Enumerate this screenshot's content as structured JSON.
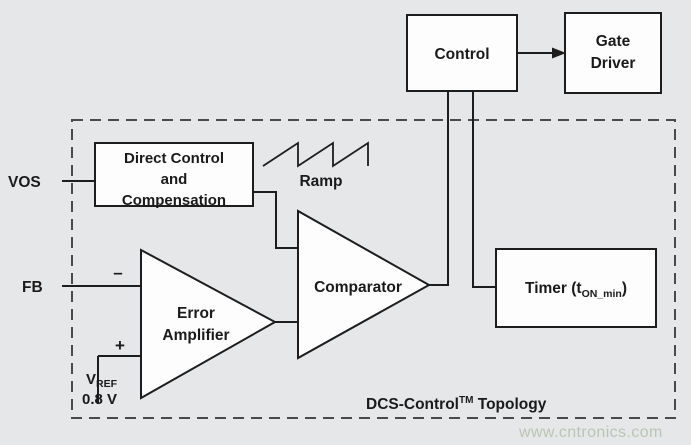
{
  "diagram": {
    "title": "DCS-Control Topology block diagram",
    "background_color": "#e6e7e9",
    "line_color": "#1d1d1d",
    "block_fill": "#fdfdfd",
    "dashed_border_color": "#4a4a4a"
  },
  "blocks": {
    "control": {
      "label": "Control"
    },
    "gate_driver": {
      "line1": "Gate",
      "line2": "Driver"
    },
    "direct_control": {
      "line1": "Direct Control",
      "line2": "and",
      "line3": "Compensation"
    },
    "timer": {
      "prefix": "Timer (t",
      "subscript": "ON_min",
      "suffix": ")"
    },
    "comparator": {
      "label": "Comparator"
    },
    "error_amplifier": {
      "line1": "Error",
      "line2": "Amplifier"
    }
  },
  "labels": {
    "vos": "VOS",
    "fb": "FB",
    "ramp": "Ramp",
    "vref_main": "V",
    "vref_sub": "REF",
    "vref_value": "0.8 V",
    "minus_sign": "–",
    "plus_sign": "+",
    "topology_main": "DCS-Control",
    "topology_tm": "TM",
    "topology_suffix": "Topology"
  },
  "watermark": {
    "text": "www.cntronics.com",
    "color": "#b9c6b4"
  }
}
